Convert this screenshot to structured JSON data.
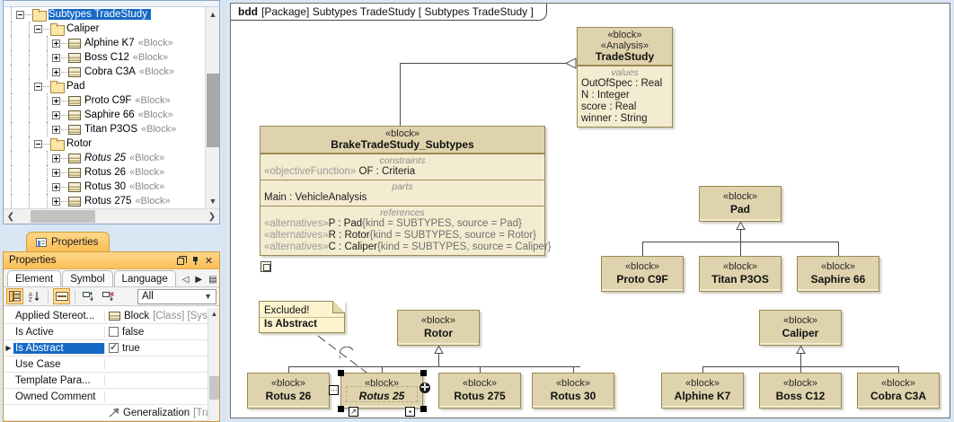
{
  "tree": {
    "items": [
      {
        "indent": 0,
        "icon": "folder-icon",
        "expander": "minus",
        "label": "Subtypes TradeStudy",
        "stereotype": "",
        "selected": true,
        "italic": false
      },
      {
        "indent": 1,
        "icon": "folder-icon",
        "expander": "minus",
        "label": "Caliper",
        "stereotype": "",
        "selected": false,
        "italic": false
      },
      {
        "indent": 2,
        "icon": "block-icon",
        "expander": "plus",
        "label": "Alphine K7",
        "stereotype": "«Block»",
        "selected": false,
        "italic": false
      },
      {
        "indent": 2,
        "icon": "block-icon",
        "expander": "plus",
        "label": "Boss C12",
        "stereotype": "«Block»",
        "selected": false,
        "italic": false
      },
      {
        "indent": 2,
        "icon": "block-icon",
        "expander": "plus",
        "label": "Cobra C3A",
        "stereotype": "«Block»",
        "selected": false,
        "italic": false
      },
      {
        "indent": 1,
        "icon": "folder-icon",
        "expander": "minus",
        "label": "Pad",
        "stereotype": "",
        "selected": false,
        "italic": false
      },
      {
        "indent": 2,
        "icon": "block-icon",
        "expander": "plus",
        "label": "Proto C9F",
        "stereotype": "«Block»",
        "selected": false,
        "italic": false
      },
      {
        "indent": 2,
        "icon": "block-icon",
        "expander": "plus",
        "label": "Saphire 66",
        "stereotype": "«Block»",
        "selected": false,
        "italic": false
      },
      {
        "indent": 2,
        "icon": "block-icon",
        "expander": "plus",
        "label": "Titan P3OS",
        "stereotype": "«Block»",
        "selected": false,
        "italic": false
      },
      {
        "indent": 1,
        "icon": "folder-icon",
        "expander": "minus",
        "label": "Rotor",
        "stereotype": "",
        "selected": false,
        "italic": false
      },
      {
        "indent": 2,
        "icon": "block-icon",
        "expander": "plus",
        "label": "Rotus 25",
        "stereotype": "«Block»",
        "selected": false,
        "italic": true
      },
      {
        "indent": 2,
        "icon": "block-icon",
        "expander": "plus",
        "label": "Rotus 26",
        "stereotype": "«Block»",
        "selected": false,
        "italic": false
      },
      {
        "indent": 2,
        "icon": "block-icon",
        "expander": "plus",
        "label": "Rotus 30",
        "stereotype": "«Block»",
        "selected": false,
        "italic": false
      },
      {
        "indent": 2,
        "icon": "block-icon",
        "expander": "plus",
        "label": "Rotus 275",
        "stereotype": "«Block»",
        "selected": false,
        "italic": false
      }
    ]
  },
  "properties": {
    "tab_label": "Properties",
    "title": "Properties",
    "title_buttons": [
      "restore-icon",
      "pin-icon",
      "close-icon"
    ],
    "tabs": [
      {
        "label": "Element",
        "active": true
      },
      {
        "label": "Symbol",
        "active": false
      },
      {
        "label": "Language",
        "active": false
      }
    ],
    "nav": [
      "prev-icon",
      "next-icon",
      "list-icon"
    ],
    "toolbar": {
      "categorized_title": "categorized-view-icon",
      "alpha_title": "alphabetic-sort-icon",
      "expand_title": "show-description-icon",
      "add_title": "add-element-icon",
      "remove_title": "remove-element-icon",
      "filter_value": "All"
    },
    "rows": [
      {
        "name": "Applied Stereot...",
        "value": "Block",
        "value_extra": "[Class] [Sys[",
        "kind": "stereotype",
        "selected": false
      },
      {
        "name": "Is Active",
        "value": "false",
        "kind": "checkbox",
        "checked": false,
        "selected": false
      },
      {
        "name": "Is Abstract",
        "value": "true",
        "kind": "checkbox",
        "checked": true,
        "selected": true
      },
      {
        "name": "Use Case",
        "value": "",
        "kind": "text",
        "selected": false
      },
      {
        "name": "Template Para...",
        "value": "",
        "kind": "text",
        "selected": false
      },
      {
        "name": "Owned Comment",
        "value": "",
        "kind": "text",
        "selected": false
      },
      {
        "name": "",
        "value": "Generalization",
        "value_extra": "[Tra",
        "kind": "relation",
        "selected": false
      }
    ]
  },
  "diagram": {
    "frame_kind": "bdd",
    "frame_label": "[Package] Subtypes TradeStudy [ Subtypes TradeStudy ]",
    "blocks": {
      "tradeStudy": {
        "stereotype1": "«block»",
        "stereotype2": "«Analysis»",
        "name": "TradeStudy",
        "values_caption": "values",
        "values": [
          "OutOfSpec : Real",
          "N : Integer",
          "score : Real",
          "winner : String"
        ]
      },
      "brakeTradeStudy": {
        "stereotype": "«block»",
        "name": "BrakeTradeStudy_Subtypes",
        "constraints_caption": "constraints",
        "constraints": [
          {
            "stereotype": "«objectiveFunction»",
            "text": "OF : Criteria"
          }
        ],
        "parts_caption": "parts",
        "parts": [
          "Main : VehicleAnalysis"
        ],
        "references_caption": "references",
        "references": [
          {
            "stereotype": "«alternatives»",
            "name": "P : Pad",
            "detail": "{kind = SUBTYPES, source = Pad}"
          },
          {
            "stereotype": "«alternatives»",
            "name": "R : Rotor",
            "detail": "{kind = SUBTYPES, source = Rotor}"
          },
          {
            "stereotype": "«alternatives»",
            "name": "C : Caliper",
            "detail": "{kind = SUBTYPES, source = Caliper}"
          }
        ]
      },
      "pad": {
        "stereotype": "«block»",
        "name": "Pad"
      },
      "protoC9F": {
        "stereotype": "«block»",
        "name": "Proto C9F"
      },
      "titanP3OS": {
        "stereotype": "«block»",
        "name": "Titan P3OS"
      },
      "saphire66": {
        "stereotype": "«block»",
        "name": "Saphire 66"
      },
      "rotor": {
        "stereotype": "«block»",
        "name": "Rotor"
      },
      "rotus26": {
        "stereotype": "«block»",
        "name": "Rotus 26"
      },
      "rotus25": {
        "stereotype": "«block»",
        "name": "Rotus 25",
        "italic": true,
        "selected": true
      },
      "rotus275": {
        "stereotype": "«block»",
        "name": "Rotus 275"
      },
      "rotus30": {
        "stereotype": "«block»",
        "name": "Rotus 30"
      },
      "caliper": {
        "stereotype": "«block»",
        "name": "Caliper"
      },
      "alphineK7": {
        "stereotype": "«block»",
        "name": "Alphine K7"
      },
      "bossC12": {
        "stereotype": "«block»",
        "name": "Boss C12"
      },
      "cobraC3A": {
        "stereotype": "«block»",
        "name": "Cobra C3A"
      }
    },
    "note": {
      "line1": "Excluded!",
      "line2": "Is Abstract"
    }
  },
  "colors": {
    "block_fill": "#f4ecd0",
    "block_header": "#ded3ac",
    "block_border": "#9a8a55",
    "note_fill": "#fdf3cf",
    "selection": "#1669c6",
    "panel_accent": "#fbbe55",
    "desktop": "#d9e7f5"
  }
}
